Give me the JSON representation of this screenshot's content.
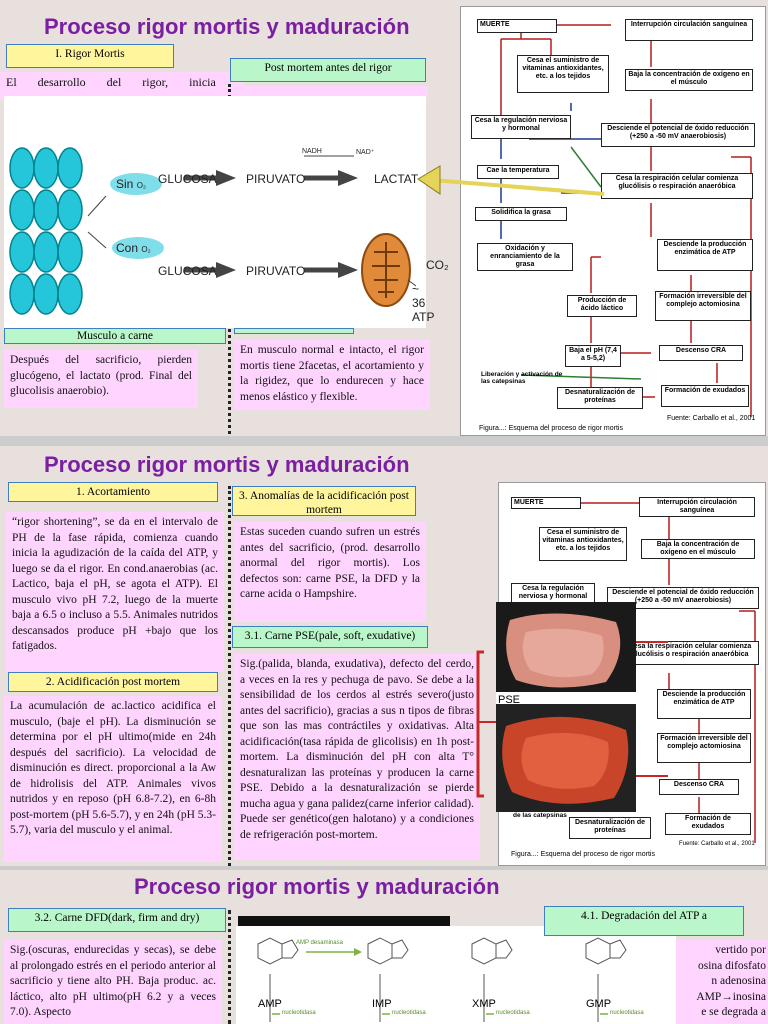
{
  "slide1": {
    "title": "Proceso rigor mortis y maduración",
    "rigor_header": "I. Rigor Mortis",
    "rigor_text": "El desarrollo del rigor, inicia",
    "post_header": "Post mortem antes del rigor",
    "musculo_header": "Musculo a carne",
    "musculo_text": "Después del sacrificio, pierden glucógeno, el lactato (prod. Final del glucolisis anaerobio).",
    "normal_text": "En musculo normal e intacto, el rigor mortis tiene 2facetas, el acortamiento y la rigidez, que lo endurecen y hace menos elástico y flexible.",
    "metabolism": {
      "sin": "Sin",
      "con": "Con",
      "o2": "O₂",
      "glucosa1": "GLUCOSA",
      "piruvato1": "PIRUVATO",
      "nadh": "NADH",
      "nad": "NAD⁺",
      "lactato": "LACTAT",
      "glucosa2": "GLUCOSA",
      "piruvato2": "PIRUVATO",
      "co2": "CO₂",
      "atp": "~ 36 ATP"
    }
  },
  "flowchart": {
    "muerte": "MUERTE",
    "interrupcion": "Interrupción circulación sanguínea",
    "cesa_suministro": "Cesa el suministro de vitaminas antioxidantes, etc. a los tejidos",
    "baja_oxigeno": "Baja la concentración de oxígeno en el músculo",
    "cesa_regulacion": "Cesa la regulación nerviosa y hormonal",
    "desciende_potencial": "Desciende el potencial de óxido reducción (+250 a -50 mV anaerobiosis)",
    "cae_temp": "Cae la temperatura",
    "cesa_respiracion": "Cesa la respiración celular comienza glucólisis o respiración anaeróbica",
    "solidifica": "Solidifica la grasa",
    "oxidacion": "Oxidación y enranciamiento de la grasa",
    "desciende_atp": "Desciende la producción enzimática de ATP",
    "produccion_acido": "Producción de ácido láctico",
    "formacion_irreversible": "Formación irreversible del complejo actomiosina",
    "baja_ph": "Baja el pH (7,4 a 5-5,2)",
    "descenso_cra": "Descenso CRA",
    "liberacion": "Liberación y activación de las catepsinas",
    "desnaturalizacion": "Desnaturalización de proteínas",
    "formacion_exudados": "Formación de exudados",
    "fuente": "Fuente: Carballo et al., 2001",
    "figura": "Figura...: Esquema del proceso de rigor mortis"
  },
  "slide2": {
    "title": "Proceso rigor mortis y maduración",
    "acort_header": "1. Acortamiento",
    "acort_text": "“rigor shortening”, se da en el intervalo de PH de la fase rápida, comienza cuando inicia la agudización de la caída del ATP, y luego se da el rigor. En cond.anaerobias (ac. Lactico, baja el pH, se agota el ATP). El musculo vivo pH 7.2, luego de la muerte baja a 6.5 o incluso a 5.5. Animales nutridos descansados produce pH +bajo que los fatigados.",
    "acid_header": "2. Acidificación post mortem",
    "acid_text": "La acumulación de ac.lactico acidifica el musculo, (baje el pH). La disminución se determina por el pH ultimo(mide en 24h después del sacrificio). La velocidad de disminución es direct. proporcional a la Aw de hidrolisis del ATP. Animales vivos nutridos y en reposo (pH 6.8-7.2), en 6-8h post-mortem (pH 5.6-5.7), y en 24h (pH 5.3-5.7), varia del musculo y el animal.",
    "anom_header": "3. Anomalías de la acidificación post mortem",
    "anom_text": "Estas suceden cuando sufren un estrés antes del sacrificio, (prod. desarrollo anormal del rigor mortis). Los defectos son: carne PSE, la DFD y la carne acida o Hampshire.",
    "pse_header": "3.1. Carne PSE(pale, soft, exudative)",
    "pse_text": "Sig.(palida, blanda, exudativa), defecto del cerdo, a veces en la res y pechuga de pavo. Se debe a la sensibilidad de los cerdos al estrés severo(justo antes del sacrificio), gracias a sus n tipos de fibras que son las mas contráctiles y oxidativas. Alta acidificación(tasa rápida de glicolisis) en 1h post-mortem. La disminución del pH con alta T° desnaturalizan las proteínas y producen la carne PSE. Debido a la desnaturalización se pierde mucha agua y gana palidez(carne inferior calidad). Puede ser genético(gen halotano) y a condiciones de refrigeración post-mortem.",
    "pse_label": "PSE"
  },
  "slide3": {
    "title": "Proceso rigor mortis y maduración",
    "dfd_header": "3.2. Carne DFD(dark, firm and dry)",
    "dfd_text": "Sig.(oscuras, endurecidas y secas), se debe al prolongado estrés en el periodo anterior al sacrificio y tiene alto PH. Baja produc. ac. láctico, alto pH ultimo(pH 6.2 y a veces 7.0). Aspecto",
    "atp_header": "4.1. Degradación del ATP a",
    "atp_text_lines": [
      "vertido por",
      "osina difosfato",
      "n adenosina",
      "AMP→inosina",
      "e se degrada a"
    ],
    "molecules": [
      "AMP",
      "IMP",
      "XMP",
      "GMP"
    ],
    "enzyme1": "AMP desaminasa",
    "nucleotidasa": "nucleotidasa"
  },
  "colors": {
    "title": "#7b1fa2",
    "yellow_header": "#fff59d",
    "green_header": "#b9f6ca",
    "pink_box": "#ffd4ff",
    "cell": "#26c6da"
  }
}
